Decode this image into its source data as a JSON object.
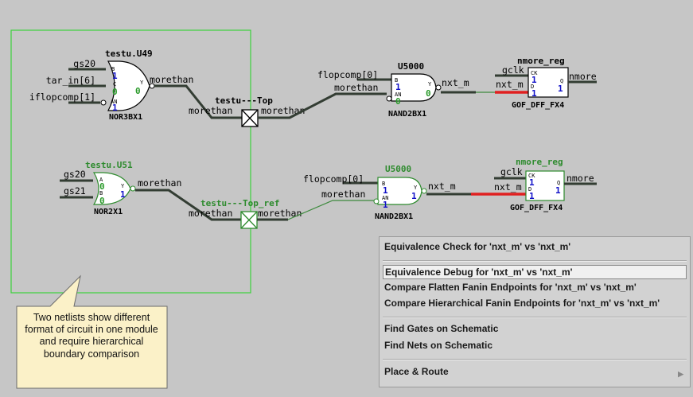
{
  "schematic": {
    "top_module": {
      "gate1": {
        "instance": "testu.U49",
        "cell": "NOR3BX1",
        "inputs": [
          "gs20",
          "tar_in[6]",
          "iflopcomp[1]"
        ],
        "pins": [
          "B",
          "C",
          "AN"
        ],
        "values": [
          "1",
          "0",
          "1"
        ],
        "out_pin": "Y",
        "out_value": "0",
        "output": "morethan"
      },
      "port": {
        "name": "testu---Top",
        "left_net": "morethan",
        "right_net": "morethan"
      },
      "gate2": {
        "instance": "U5000",
        "cell": "NAND2BX1",
        "inputs": [
          "flopcomp[0]",
          "morethan"
        ],
        "pins": [
          "B",
          "AN"
        ],
        "values": [
          "1",
          "0"
        ],
        "out_pin": "Y",
        "out_value": "0",
        "output": "nxt_m"
      },
      "flop": {
        "instance": "nmore_reg",
        "cell": "GOF_DFF_FX4",
        "inputs": [
          "gclk",
          "nxt_m"
        ],
        "pins": [
          "CK",
          "D"
        ],
        "values": [
          "1",
          "1"
        ],
        "out_pin": "Q",
        "out_value": "1",
        "output": "nmore"
      }
    },
    "ref_module": {
      "gate1": {
        "instance": "testu.U51",
        "cell": "NOR2X1",
        "inputs": [
          "gs20",
          "gs21"
        ],
        "pins": [
          "A",
          "B"
        ],
        "values": [
          "0",
          "0"
        ],
        "out_pin": "Y",
        "out_value": "1",
        "output": "morethan"
      },
      "port": {
        "name": "testu---Top_ref",
        "left_net": "morethan",
        "right_net": "morethan"
      },
      "gate2": {
        "instance": "U5000",
        "cell": "NAND2BX1",
        "inputs": [
          "flopcomp[0]",
          "morethan"
        ],
        "pins": [
          "B",
          "AN"
        ],
        "values": [
          "1",
          "1"
        ],
        "out_pin": "Y",
        "out_value": "1",
        "output": "nxt_m"
      },
      "flop": {
        "instance": "nmore_reg",
        "cell": "GOF_DFF_FX4",
        "inputs": [
          "gclk",
          "nxt_m"
        ],
        "pins": [
          "CK",
          "D"
        ],
        "values": [
          "1",
          "1"
        ],
        "out_pin": "Q",
        "out_value": "1",
        "output": "nmore"
      }
    }
  },
  "context_menu": {
    "items": [
      {
        "label": "Equivalence Check for 'nxt_m' vs 'nxt_m'"
      },
      {
        "label": "Equivalence Debug for 'nxt_m' vs 'nxt_m'"
      },
      {
        "label": "Compare Flatten Fanin Endpoints for 'nxt_m' vs 'nxt_m'"
      },
      {
        "label": "Compare Hierarchical Fanin Endpoints for 'nxt_m' vs 'nxt_m'"
      },
      {
        "label": "Find Gates on Schematic"
      },
      {
        "label": "Find Nets on Schematic"
      },
      {
        "label": "Place & Route"
      }
    ],
    "highlighted_index": 1
  },
  "callout": {
    "text": "Two netlists show different format of circuit in one module and require hierarchical boundary comparison"
  },
  "colors": {
    "background": "#c6c6c6",
    "wire": "#333d33",
    "green_wire": "#3d8a3d",
    "highlight_net": "#e02020",
    "selection_box": "#3cd23c",
    "callout_fill": "#fbf1c8"
  }
}
